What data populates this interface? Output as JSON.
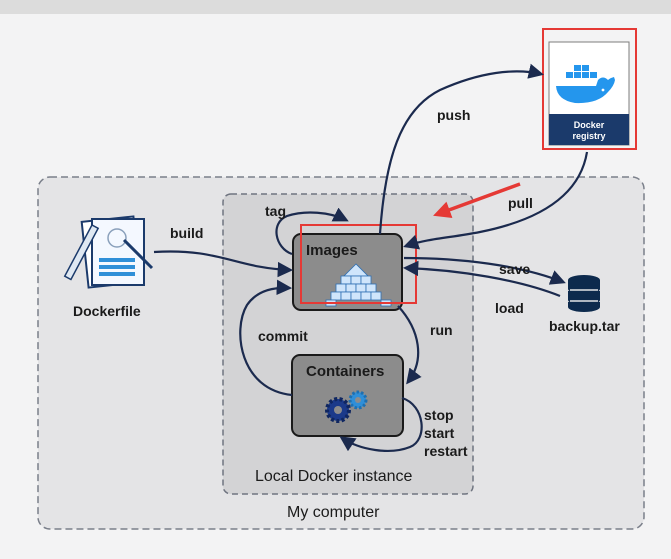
{
  "diagram": {
    "nodes": {
      "dockerfile": {
        "label": "Dockerfile",
        "icon": "dockerfile-blueprint-icon"
      },
      "images": {
        "label": "Images",
        "icon": "image-layers-pyramid-icon"
      },
      "containers": {
        "label": "Containers",
        "icon": "gears-icon"
      },
      "registry": {
        "label_line1": "Docker",
        "label_line2": "registry",
        "icon": "docker-whale-icon"
      },
      "backup": {
        "label": "backup.tar",
        "icon": "database-stack-icon"
      }
    },
    "regions": {
      "my_computer": "My computer",
      "local_instance": "Local Docker instance"
    },
    "edges": {
      "build": "build",
      "tag": "tag",
      "push": "push",
      "pull": "pull",
      "save": "save",
      "load": "load",
      "commit": "commit",
      "run": "run",
      "stop": "stop",
      "start": "start",
      "restart": "restart"
    },
    "colors": {
      "arrow": "#1b2a4e",
      "highlight": "#e53935",
      "box_fill": "#8a8a8a",
      "region_fill": "#d9d9db",
      "registry_band": "#1b3a6b",
      "docker_blue": "#2496ed"
    }
  }
}
